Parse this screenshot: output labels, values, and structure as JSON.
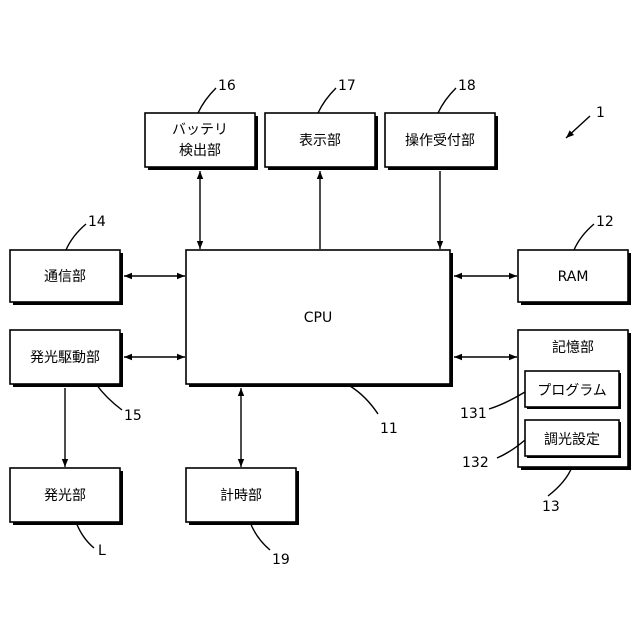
{
  "blocks": {
    "battery": {
      "label_line1": "バッテリ",
      "label_line2": "検出部",
      "ref": "16"
    },
    "display": {
      "label": "表示部",
      "ref": "17"
    },
    "operation": {
      "label": "操作受付部",
      "ref": "18"
    },
    "comm": {
      "label": "通信部",
      "ref": "14"
    },
    "cpu": {
      "label": "CPU",
      "ref": "11"
    },
    "ram": {
      "label": "RAM",
      "ref": "12"
    },
    "storage": {
      "label": "記憶部",
      "ref": "13"
    },
    "program": {
      "label": "プログラム",
      "ref": "131"
    },
    "dimming": {
      "label": "調光設定",
      "ref": "132"
    },
    "driver": {
      "label": "発光駆動部",
      "ref": "15"
    },
    "emitter": {
      "label": "発光部",
      "ref": "L"
    },
    "timer": {
      "label": "計時部",
      "ref": "19"
    }
  },
  "device_ref": "1"
}
